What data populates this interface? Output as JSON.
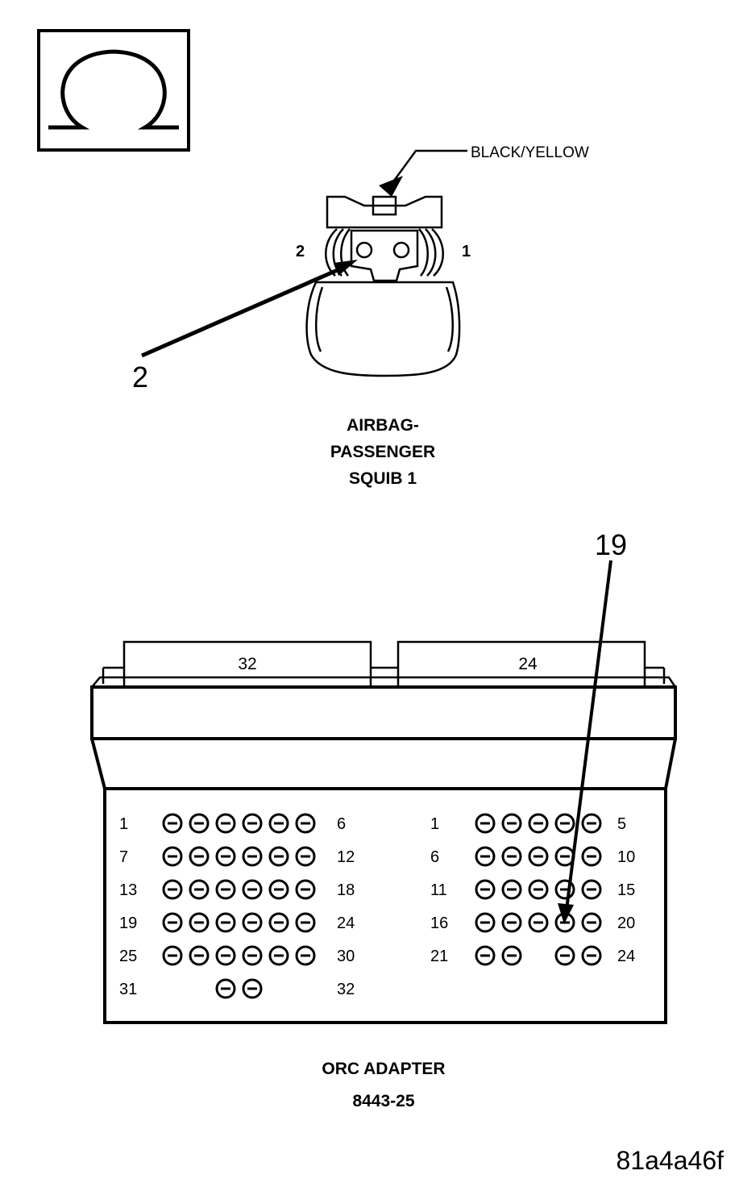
{
  "symbol": {
    "name": "ohm-icon",
    "glyph": "Ω"
  },
  "squib": {
    "wire_color_label": "BLACK/YELLOW",
    "pin_left": "2",
    "pin_right": "1",
    "callout": "2",
    "caption_lines": [
      "AIRBAG-",
      "PASSENGER",
      "SQUIB 1"
    ]
  },
  "adapter": {
    "callout": "19",
    "tab_left_label": "32",
    "tab_right_label": "24",
    "left_block": {
      "rows": [
        {
          "start": "1",
          "end": "6",
          "pins": [
            1,
            1,
            1,
            1,
            1,
            1
          ]
        },
        {
          "start": "7",
          "end": "12",
          "pins": [
            1,
            1,
            1,
            1,
            1,
            1
          ]
        },
        {
          "start": "13",
          "end": "18",
          "pins": [
            1,
            1,
            1,
            1,
            1,
            1
          ]
        },
        {
          "start": "19",
          "end": "24",
          "pins": [
            1,
            1,
            1,
            1,
            1,
            1
          ]
        },
        {
          "start": "25",
          "end": "30",
          "pins": [
            1,
            1,
            1,
            1,
            1,
            1
          ]
        },
        {
          "start": "31",
          "end": "32",
          "pins": [
            0,
            0,
            1,
            1,
            0,
            0
          ]
        }
      ]
    },
    "right_block": {
      "rows": [
        {
          "start": "1",
          "end": "5",
          "pins": [
            1,
            1,
            1,
            1,
            1
          ]
        },
        {
          "start": "6",
          "end": "10",
          "pins": [
            1,
            1,
            1,
            1,
            1
          ]
        },
        {
          "start": "11",
          "end": "15",
          "pins": [
            1,
            1,
            1,
            1,
            1
          ]
        },
        {
          "start": "16",
          "end": "20",
          "pins": [
            1,
            1,
            1,
            1,
            1
          ]
        },
        {
          "start": "21",
          "end": "24",
          "pins": [
            1,
            1,
            0,
            1,
            1
          ]
        }
      ]
    },
    "caption_lines": [
      "ORC ADAPTER",
      "8443-25"
    ]
  },
  "figure_id": "81a4a46f"
}
